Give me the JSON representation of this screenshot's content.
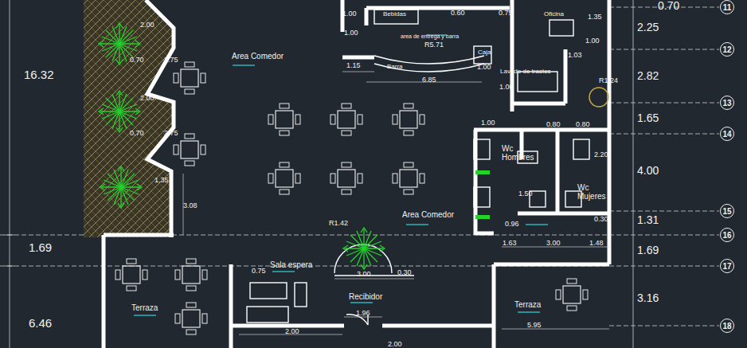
{
  "diagram": {
    "nodes": [
      {
        "text": [
          "11"
        ]
      },
      {
        "text": [
          "12"
        ]
      },
      {
        "text": [
          "13"
        ]
      },
      {
        "text": [
          "14"
        ]
      },
      {
        "text": [
          "15"
        ]
      },
      {
        "text": [
          "16"
        ]
      },
      {
        "text": [
          "17"
        ]
      },
      {
        "text": [
          "18"
        ]
      }
    ],
    "labels": [
      "16.32",
      "1.69",
      "6.46",
      "2.00",
      "0.70",
      "2.75",
      "2.00",
      "0.70",
      "2.75",
      "1.35",
      "3.08",
      "1.00",
      "Bebidas",
      "0.60",
      "0.75",
      "Oficina",
      "1.35",
      "1.00",
      "area de entrega y barra",
      "R5.71",
      "Caja",
      "1.15",
      "Barra",
      "1.00",
      "6.85",
      "Lavado de trastes",
      "1.03",
      "1.00",
      "R1.24",
      "1.00",
      "1.00",
      "0.80",
      "0.80",
      "Area Comedor",
      "Area Comedor",
      "Wc Hombres",
      "2.20",
      "1.50",
      "Wc Mujeres",
      "0.96",
      "0.30",
      "1.63",
      "3.00",
      "1.48",
      "R1.42",
      "Sala espera",
      "0.75",
      "3.00",
      "0.30",
      "Recibidor",
      "1.96",
      "2.00",
      "2.00",
      "Terraza",
      "Terraza",
      "5.95",
      "0.70",
      "2.25",
      "2.82",
      "1.65",
      "4.00",
      "1.31",
      "1.69",
      "3.16"
    ]
  }
}
